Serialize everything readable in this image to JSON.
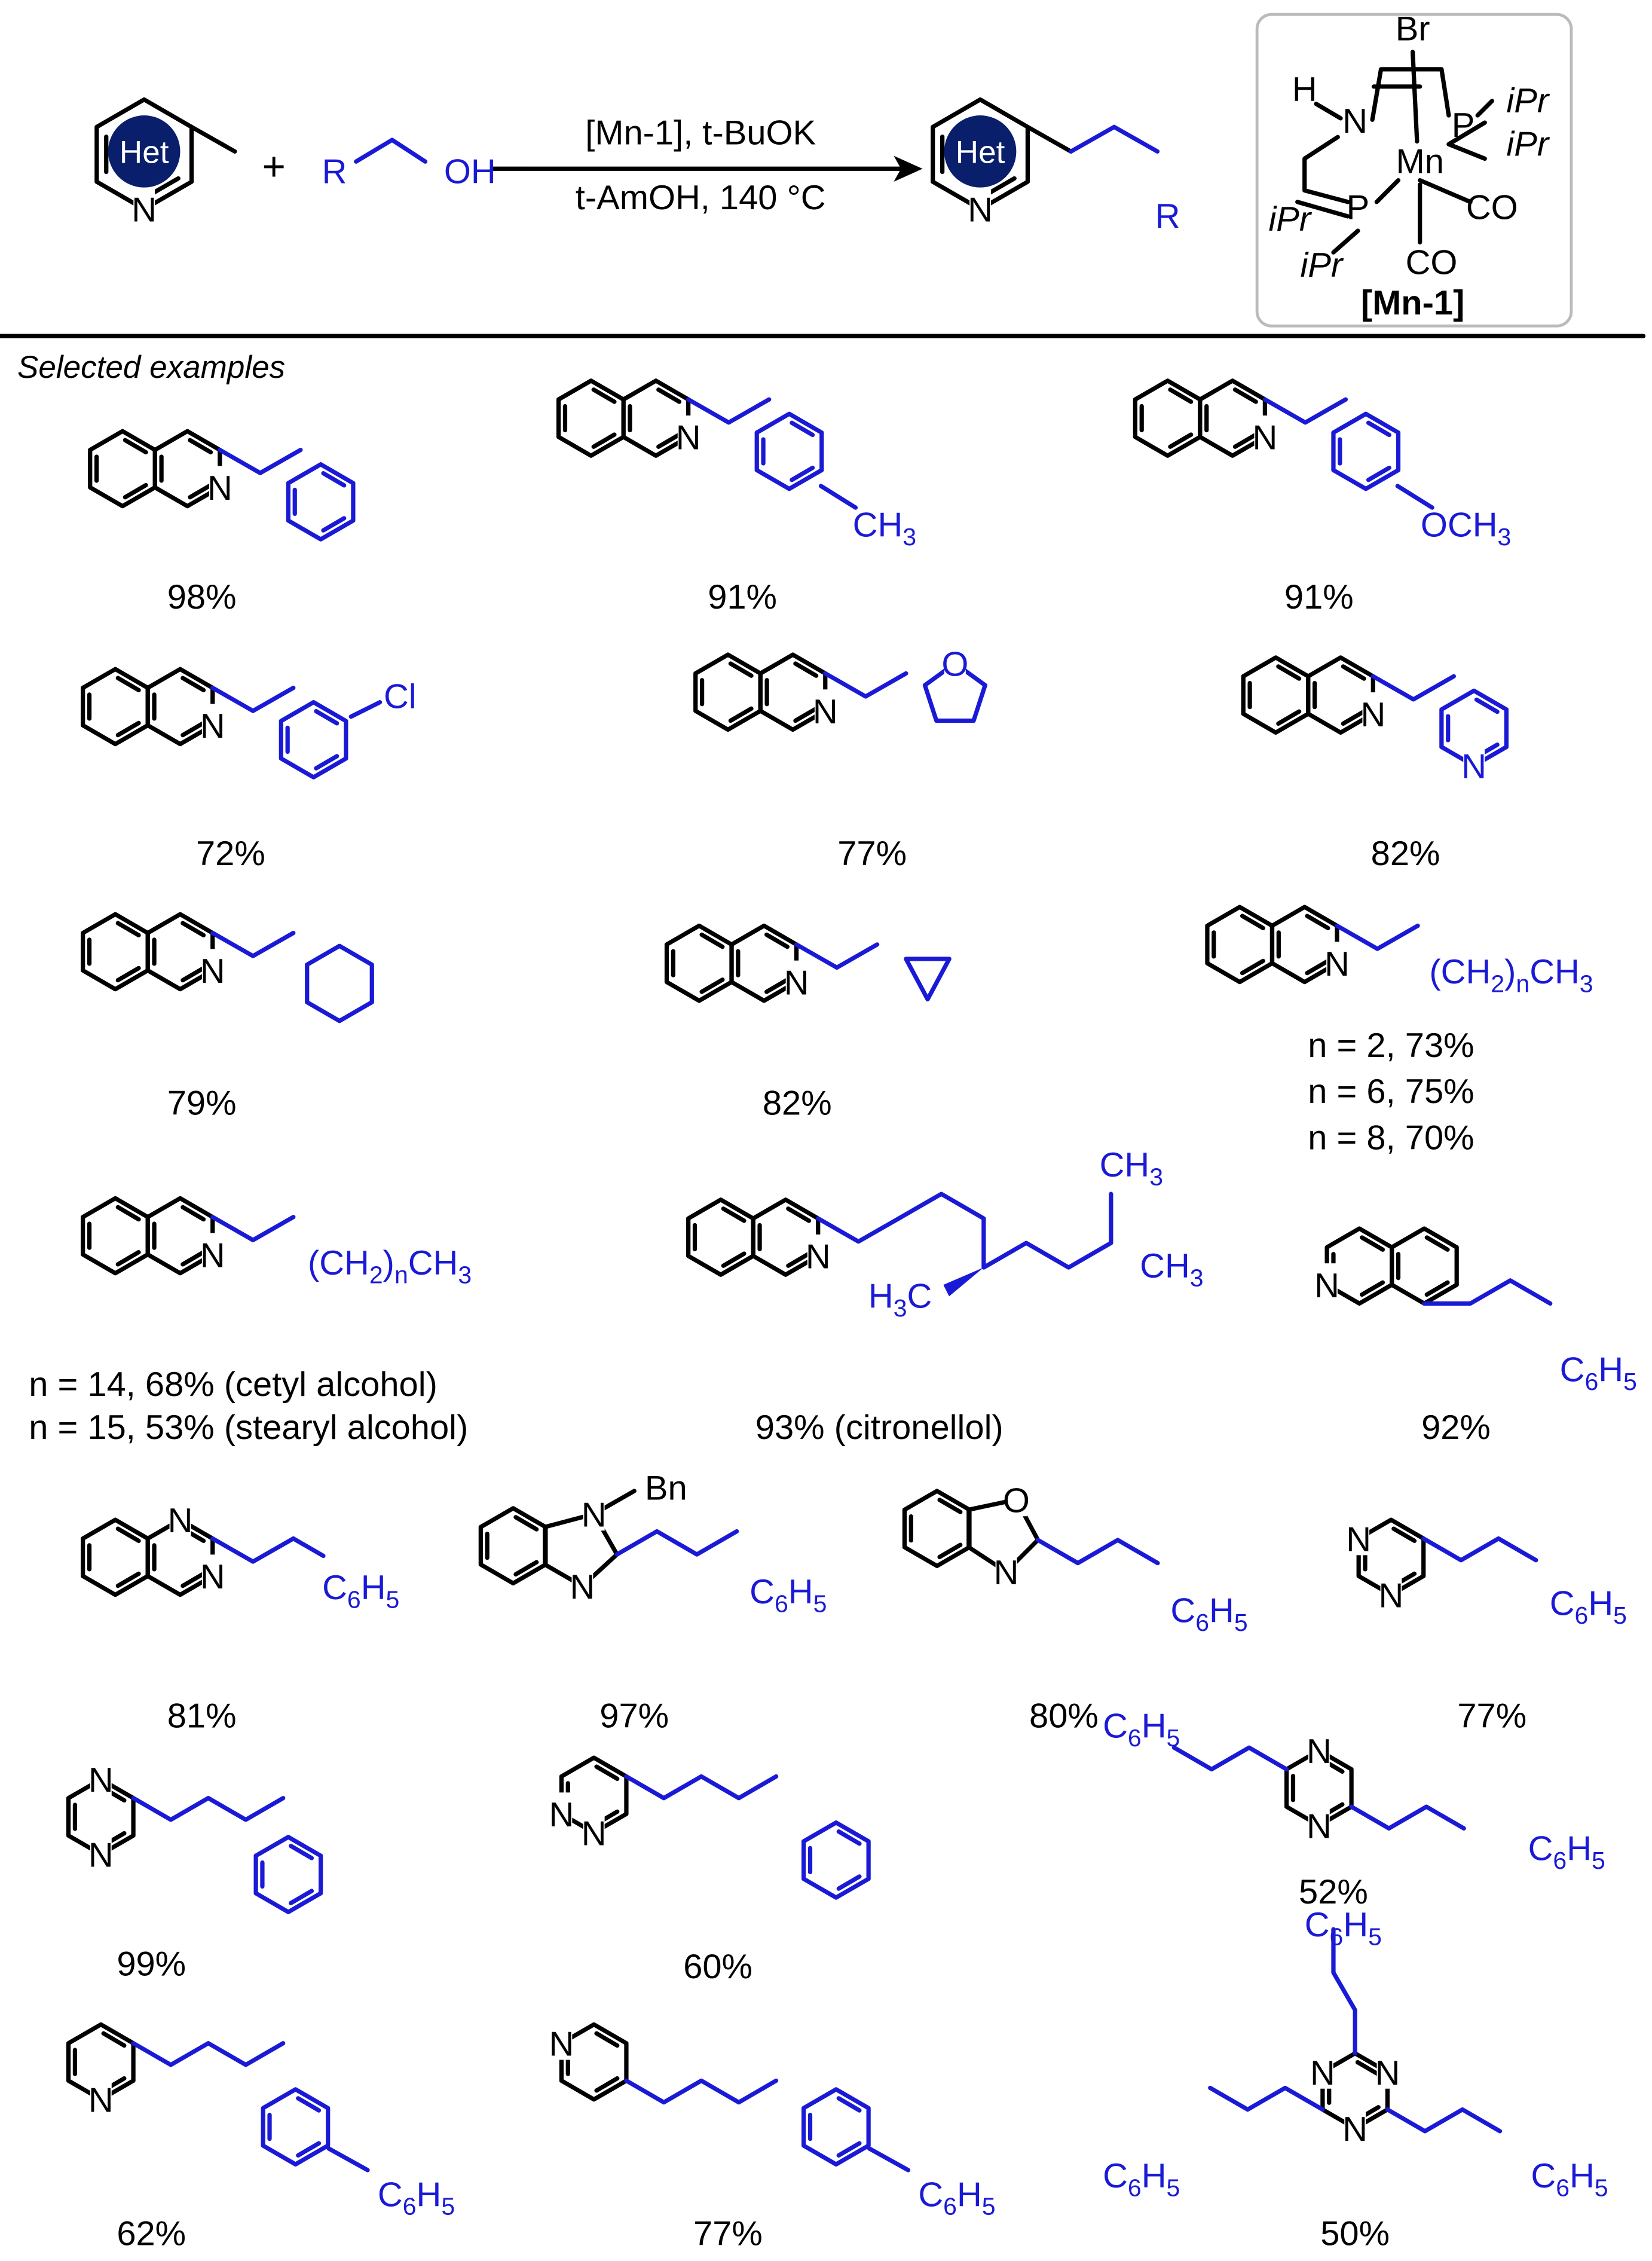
{
  "colors": {
    "black": "#000000",
    "blue": "#1a1ad6",
    "het_fill": "#0a1f6b",
    "box": "#bbbbbb"
  },
  "scheme": {
    "het_label": "Het",
    "plus": "+",
    "r_label": "R",
    "oh_label": "OH",
    "reagents_line1": "[Mn-1], t-BuOK",
    "conditions_line2": "t-AmOH, 140 °C",
    "product_r_label": "R",
    "catalyst": {
      "br": "Br",
      "h": "H",
      "n": "N",
      "p": "P",
      "mn": "Mn",
      "co": "CO",
      "ipr": "iPr",
      "name": "[Mn-1]"
    }
  },
  "section_label": "Selected examples",
  "atoms": {
    "n": "N",
    "o": "O",
    "cl": "Cl",
    "ch3": "CH3",
    "och3": "OCH3",
    "c6h5": "C6H5",
    "ch2n_ch3": "(CH2)nCH3",
    "h3c": "H3C",
    "bn": "Bn"
  },
  "yields": {
    "q_ph": "98%",
    "q_tolyl": "91%",
    "q_anisyl": "91%",
    "q_clph": "72%",
    "q_furyl": "77%",
    "q_pyridyl": "82%",
    "q_cy": "79%",
    "q_cpr": "82%",
    "q_alkyl": [
      "n = 2, 73%",
      "n = 6, 75%",
      "n = 8, 70%"
    ],
    "q_long1": "n = 14, 68% (cetyl alcohol)",
    "q_long2": "n = 15, 53% (stearyl alcohol)",
    "q_citro": "93% (citronellol)",
    "q4": "92%",
    "quinox": "81%",
    "benzimid": "97%",
    "benzox": "80%",
    "pyrim": "77%",
    "pyrazine": "99%",
    "pyridazine": "60%",
    "bispyrazine": "52%",
    "pyr2": "62%",
    "pyr4": "77%",
    "triazine": "50%"
  }
}
